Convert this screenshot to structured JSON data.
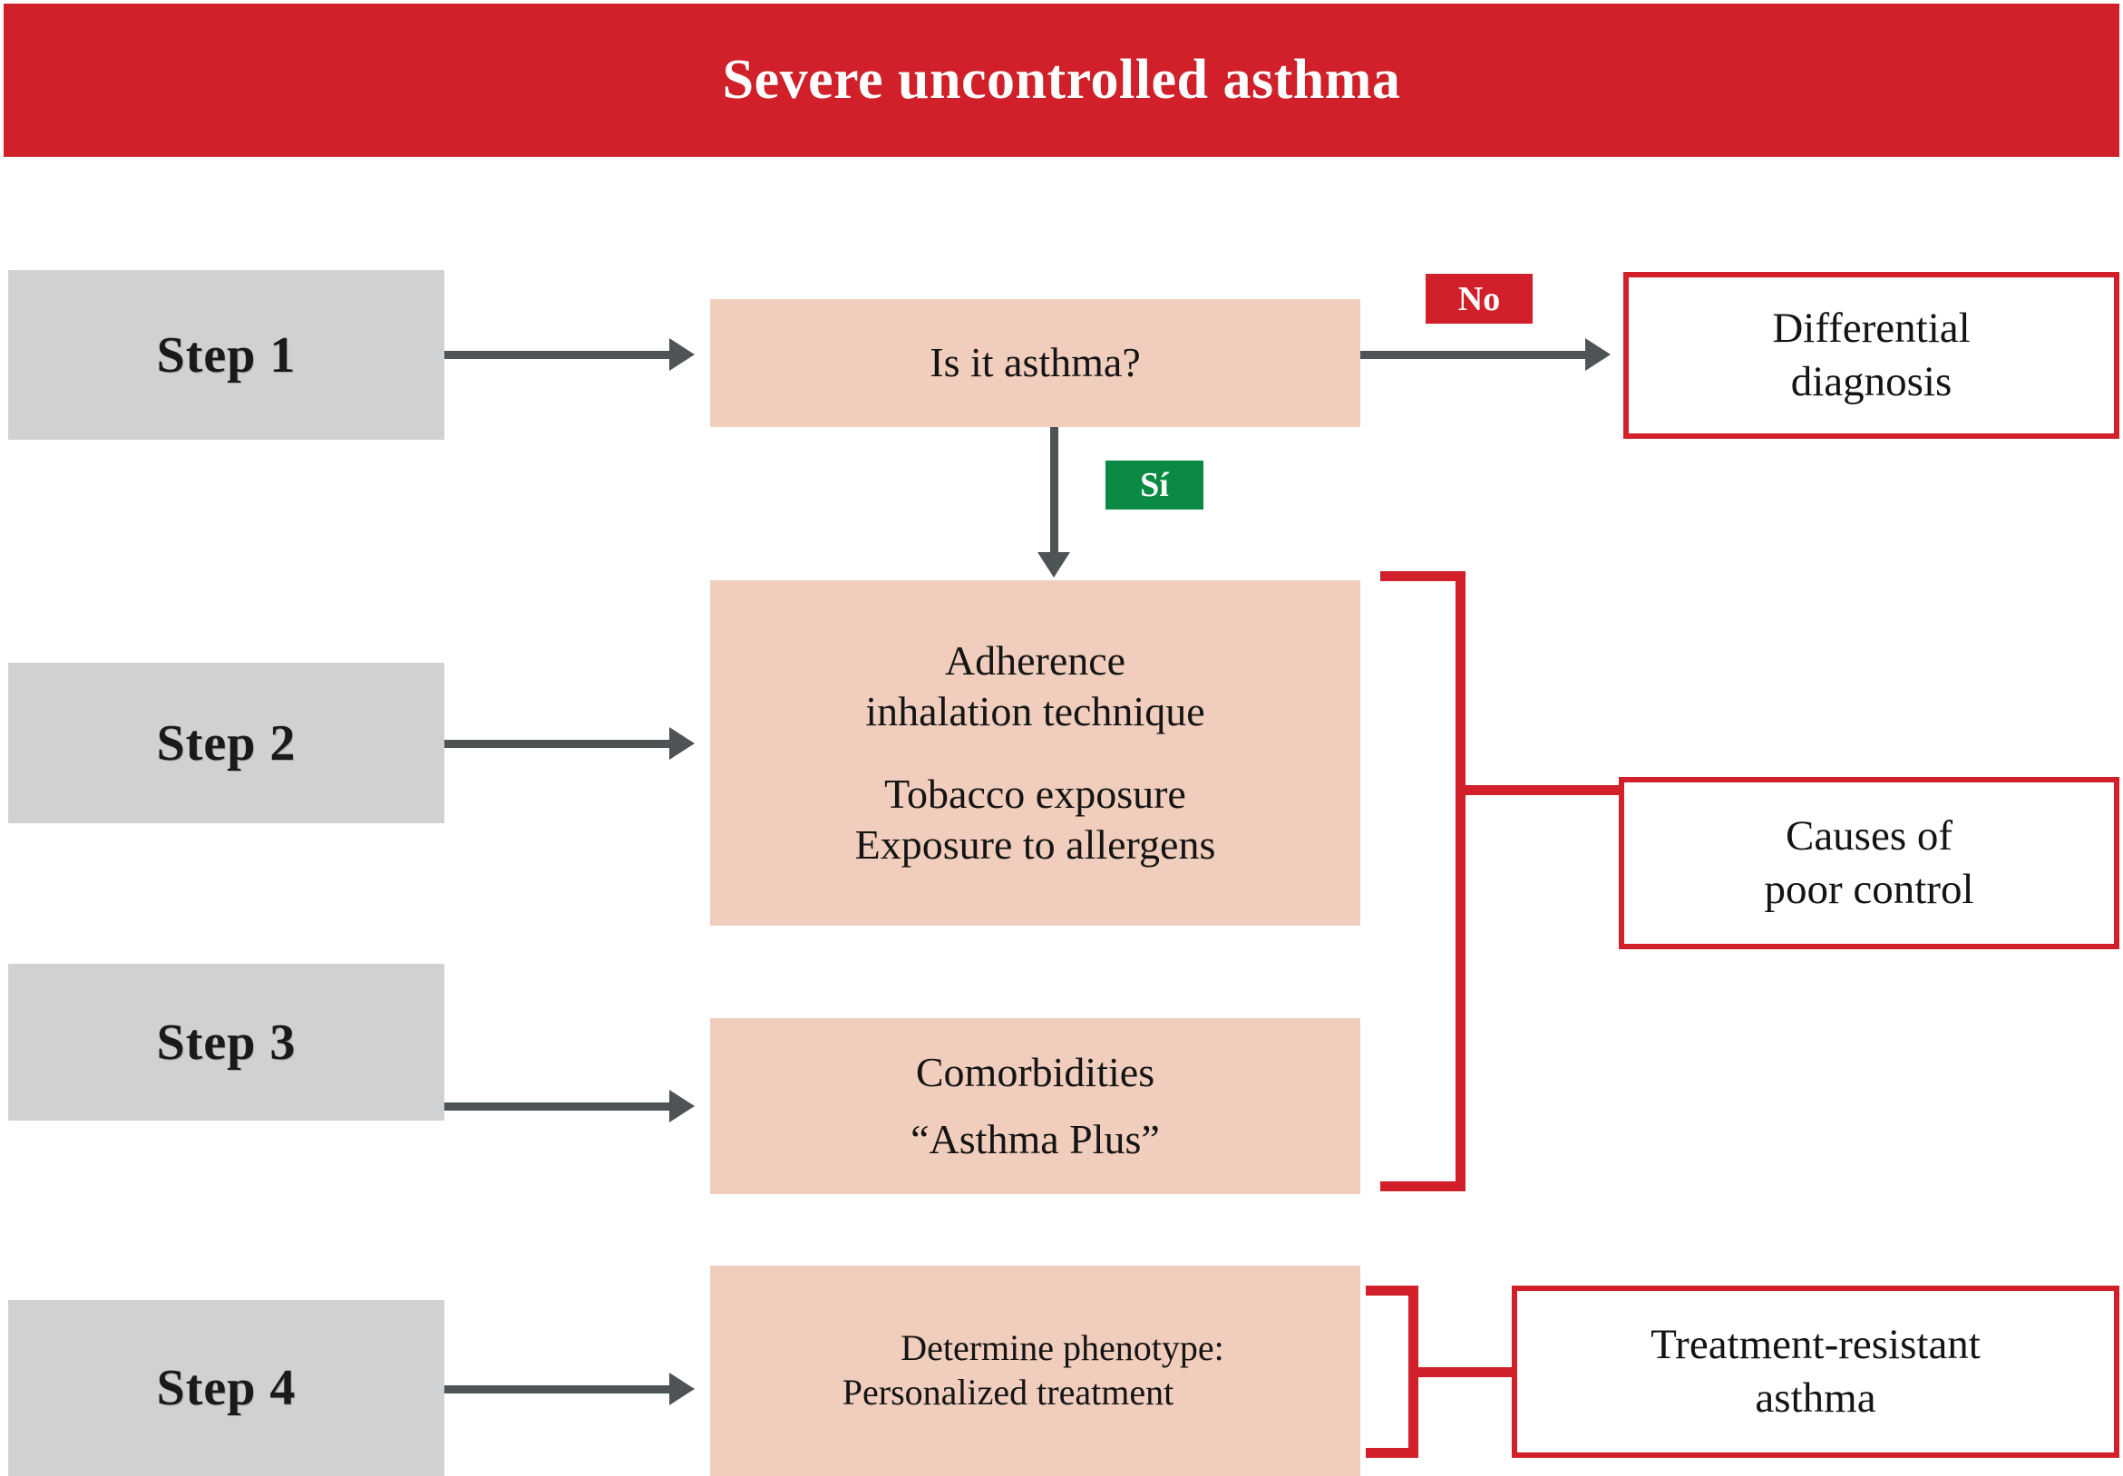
{
  "banner": {
    "title": "Severe uncontrolled asthma",
    "background_color": "#D12029",
    "text_color": "#FFFFFF"
  },
  "colors": {
    "red": "#D12029",
    "green": "#0B8A45",
    "peach": "#F0CDBC",
    "gray_box": "#CFD1D2",
    "arrow_gray": "#4E5356",
    "text": "#141414"
  },
  "steps": [
    {
      "label": "Step 1"
    },
    {
      "label": "Step 2"
    },
    {
      "label": "Step 3"
    },
    {
      "label": "Step 4"
    }
  ],
  "process_boxes": {
    "step1": {
      "line1": "Is it asthma?"
    },
    "step2": {
      "line1": "Adherence",
      "line2": "inhalation technique",
      "line3": "Tobacco exposure",
      "line4": "Exposure to allergens"
    },
    "step3": {
      "line1": "Comorbidities",
      "line2": "“Asthma Plus”"
    },
    "step4": {
      "line1": "Determine phenotype:",
      "line2": "Personalized treatment"
    }
  },
  "outcome_boxes": {
    "differential": {
      "line1": "Differential",
      "line2": "diagnosis"
    },
    "causes": {
      "line1": "Causes of",
      "line2": "poor control"
    },
    "treatment_resistant": {
      "line1": "Treatment-resistant",
      "line2": "asthma"
    }
  },
  "decision_labels": {
    "no": "No",
    "yes": "Sí"
  }
}
